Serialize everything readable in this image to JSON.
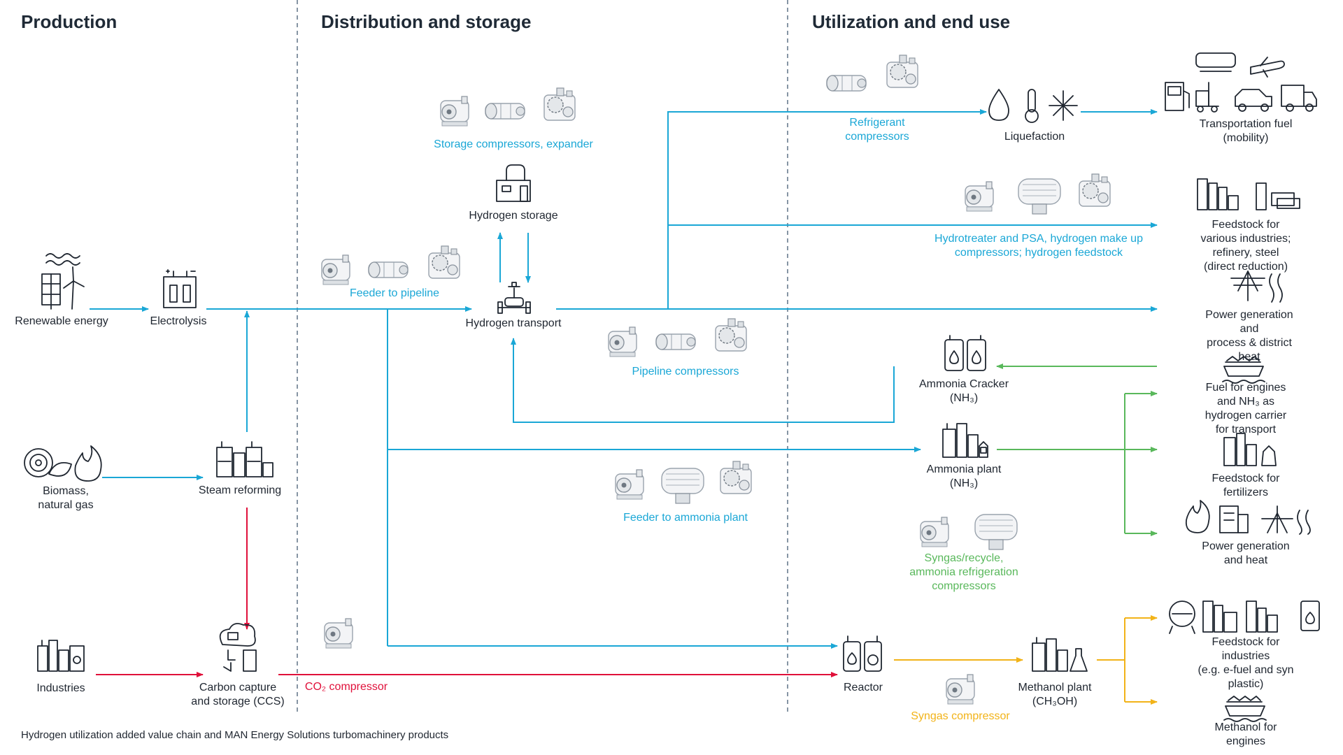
{
  "headers": {
    "production": "Production",
    "distribution": "Distribution and storage",
    "utilization": "Utilization and end use"
  },
  "nodes": {
    "renewable": "Renewable energy",
    "electrolysis": "Electrolysis",
    "biomass": "Biomass,\nnatural gas",
    "steam_reforming": "Steam reforming",
    "industries": "Industries",
    "ccs": "Carbon capture\nand storage (CCS)",
    "hydrogen_storage": "Hydrogen storage",
    "hydrogen_transport": "Hydrogen transport",
    "liquefaction": "Liquefaction",
    "ammonia_cracker": "Ammonia Cracker\n(NH₃)",
    "ammonia_plant": "Ammonia plant\n(NH₃)",
    "reactor": "Reactor",
    "methanol_plant": "Methanol plant\n(CH₃OH)"
  },
  "end_uses": {
    "transport_fuel": "Transportation fuel (mobility)",
    "feedstock_industries": "Feedstock for various industries;\nrefinery, steel (direct reduction)",
    "power_heat_district": "Power generation and\nprocess & district heat",
    "fuel_engines": "Fuel for engines and NH₃ as\nhydrogen carrier for transport",
    "feedstock_fertilizers": "Feedstock for fertilizers",
    "power_heat": "Power generation and heat",
    "feedstock_efuel": "Feedstock for industries\n(e.g. e-fuel and syn plastic)",
    "methanol_engines": "Methanol for engines"
  },
  "products": {
    "storage_compressors": "Storage compressors, expander",
    "feeder_pipeline": "Feeder to pipeline",
    "refrigerant": "Refrigerant\ncompressors",
    "hydrotreater": "Hydrotreater and PSA, hydrogen make up\ncompressors; hydrogen feedstock",
    "pipeline_compressors": "Pipeline compressors",
    "feeder_ammonia": "Feeder to ammonia plant",
    "syngas_recycle": "Syngas/recycle,\nammonia refrigeration\ncompressors",
    "co2_compressor": "CO₂ compressor",
    "syngas_compressor": "Syngas compressor"
  },
  "footer": "Hydrogen utilization added value chain and MAN Energy Solutions turbomachinery products",
  "colors": {
    "hydrogen": "#1aa7d6",
    "ammonia": "#59b85b",
    "co2": "#e0103a",
    "syngas": "#f2b318",
    "divider": "#5e7285",
    "ink": "#1f2630"
  }
}
